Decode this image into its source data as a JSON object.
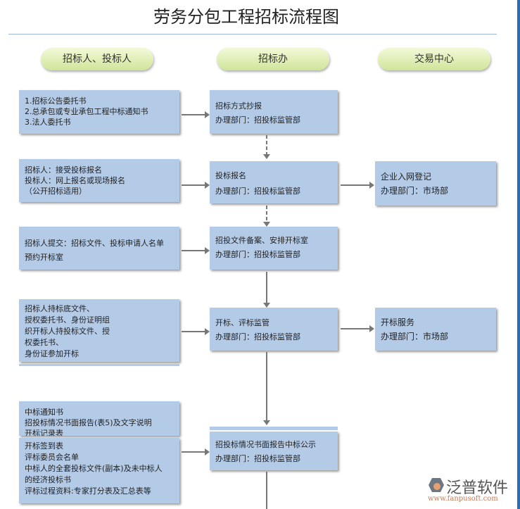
{
  "title": "劳务分包工程招标流程图",
  "columns": [
    "招标人、投标人",
    "招标办",
    "交易中心"
  ],
  "left": [
    [
      "1.招标公告委托书",
      "2.总承包或专业承包工程中标通知书",
      "3.法人委托书"
    ],
    [
      "招标人：接受投标报名",
      "投标人：网上报名或现场报名",
      "（公开招标适用）"
    ],
    [
      "招标人提交：招标文件、投标申请人名单",
      "预约开标室"
    ],
    [
      "招标人持标底文件、",
      "授权委托书、身份证明组",
      "织开标人持投标文件、授",
      "权委托书、",
      "身份证参加开标"
    ],
    [
      "中标通知书",
      "招投标情况书面报告(表5)及文字说明",
      "开标记录表"
    ],
    [
      "开标签到表",
      "评标委员会名单",
      "中标人的全套投标文件(副本)及未中标人",
      "的经济投标书",
      "评标过程资料:专家打分表及汇总表等"
    ]
  ],
  "middle": [
    [
      "招标方式抄报",
      "办理部门：招投标监管部"
    ],
    [
      "投标报名",
      "办理部门：招投标监管部"
    ],
    [
      "招投文件备案、安排开标室",
      "办理部门：招投标监管部"
    ],
    [
      "开标、评标监管",
      "办理部门：招投标监管部"
    ],
    [
      "招投标情况书面报告中标公示",
      "办理部门：招投标监管部"
    ]
  ],
  "right": [
    [
      "企业入网登记",
      "办理部门：市场部"
    ],
    [
      "开标服务",
      "办理部门：市场部"
    ]
  ],
  "logo": {
    "name": "泛普软件",
    "url": "www.fanpusoft.com"
  }
}
